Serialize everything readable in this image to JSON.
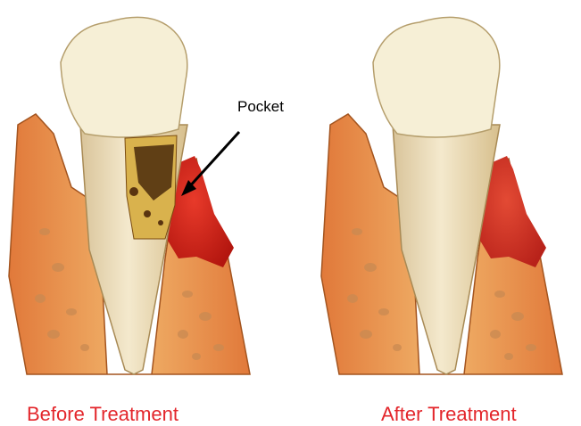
{
  "labels": {
    "pocket": "Pocket",
    "before": "Before Treatment",
    "after": "After Treatment"
  },
  "colors": {
    "caption": "#e3262b",
    "enamel": "#f3ecd0",
    "root": "#eddcb5",
    "gum": "#d4542c",
    "inflamed_gum": "#d8231c",
    "bone": "#e7b77a",
    "tartar": "#8a5a1a"
  }
}
